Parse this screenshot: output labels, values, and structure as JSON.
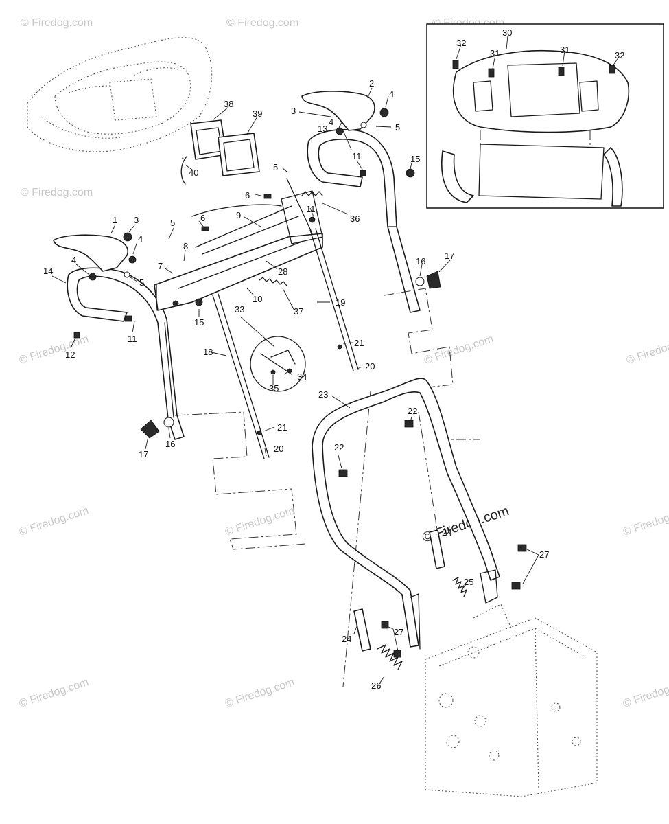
{
  "watermark": {
    "text": "© Firedog.com",
    "main_text": "© Firedog.com"
  },
  "callouts": {
    "c1": "1",
    "c2": "2",
    "c3a": "3",
    "c3b": "3",
    "c4a": "4",
    "c4b": "4",
    "c4c": "4",
    "c4d": "4",
    "c5a": "5",
    "c5b": "5",
    "c5c": "5",
    "c5d": "5",
    "c6a": "6",
    "c6b": "6",
    "c7": "7",
    "c8": "8",
    "c9": "9",
    "c10": "10",
    "c11a": "11",
    "c11b": "11",
    "c11c": "11",
    "c12": "12",
    "c13": "13",
    "c14": "14",
    "c15a": "15",
    "c15b": "15",
    "c16a": "16",
    "c16b": "16",
    "c17a": "17",
    "c17b": "17",
    "c18": "18",
    "c19": "19",
    "c20a": "20",
    "c20b": "20",
    "c21a": "21",
    "c21b": "21",
    "c22a": "22",
    "c22b": "22",
    "c23": "23",
    "c24a": "24",
    "c24b": "24",
    "c25": "25",
    "c26": "26",
    "c27a": "27",
    "c27b": "27",
    "c28": "28",
    "c30": "30",
    "c31a": "31",
    "c31b": "31",
    "c32a": "32",
    "c32b": "32",
    "c33": "33",
    "c34": "34",
    "c35": "35",
    "c36": "36",
    "c37": "37",
    "c38": "38",
    "c39": "39",
    "c40": "40"
  }
}
